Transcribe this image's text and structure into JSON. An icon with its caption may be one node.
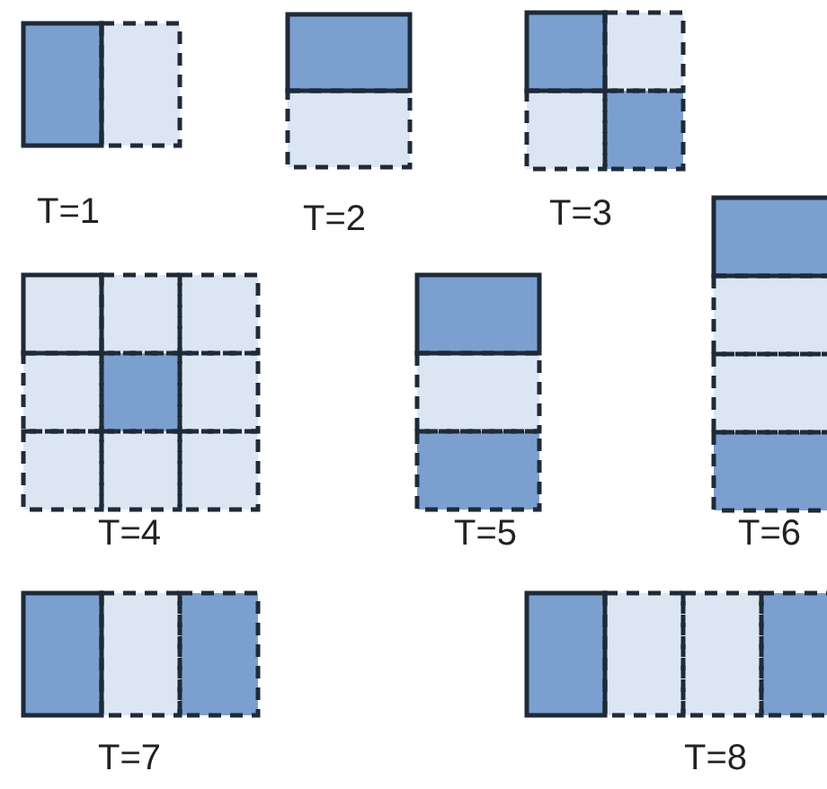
{
  "diagram": {
    "labels": [
      "T=1",
      "T=2",
      "T=3",
      "T=4",
      "T=5",
      "T=6",
      "T=7",
      "T=8"
    ]
  }
}
